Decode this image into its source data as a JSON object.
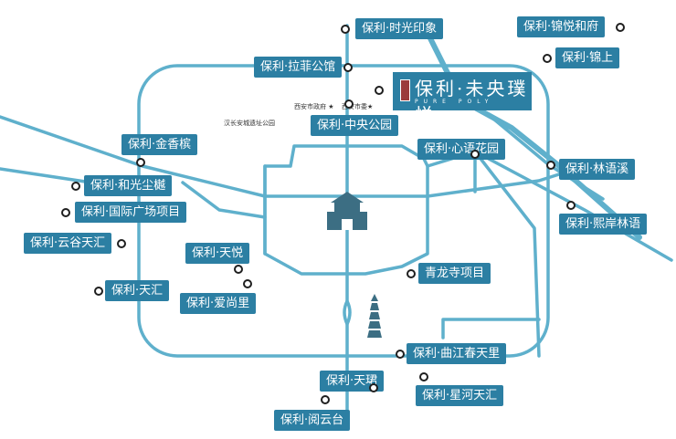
{
  "featured": {
    "name": "保利·未央璞悦",
    "sub": "PURE POLY"
  },
  "landmarks": {
    "gov": "西安市政府 ★",
    "party": "西安市委★",
    "park": "汉长安城遗址公园"
  },
  "projects": [
    {
      "id": "shiguang",
      "name": "保利·时光印象"
    },
    {
      "id": "jinyuehefu",
      "name": "保利·锦悦和府"
    },
    {
      "id": "lafei",
      "name": "保利·拉菲公馆"
    },
    {
      "id": "jinshang",
      "name": "保利·锦上"
    },
    {
      "id": "zhongyang",
      "name": "保利·中央公园"
    },
    {
      "id": "xinyu",
      "name": "保利·心语花园"
    },
    {
      "id": "jinxiangbin",
      "name": "保利·金香槟"
    },
    {
      "id": "linyuxi",
      "name": "保利·林语溪"
    },
    {
      "id": "heguang",
      "name": "保利·和光尘樾"
    },
    {
      "id": "guoji",
      "name": "保利·国际广场项目"
    },
    {
      "id": "xian",
      "name": "保利·熙岸林语"
    },
    {
      "id": "yungu",
      "name": "保利·云谷天汇"
    },
    {
      "id": "tianyue",
      "name": "保利·天悦"
    },
    {
      "id": "qinglong",
      "name": "青龙寺项目"
    },
    {
      "id": "tianhui",
      "name": "保利·天汇"
    },
    {
      "id": "aishang",
      "name": "保利·爱尚里"
    },
    {
      "id": "qujiang",
      "name": "保利·曲江春天里"
    },
    {
      "id": "tianlang",
      "name": "保利·天珺"
    },
    {
      "id": "xinghe",
      "name": "保利·星河天汇"
    },
    {
      "id": "yueyun",
      "name": "保利·阅云台"
    }
  ],
  "colors": {
    "road": "#5fb0cc",
    "label": "#2c7fa3",
    "icon": "#3c6e83"
  }
}
